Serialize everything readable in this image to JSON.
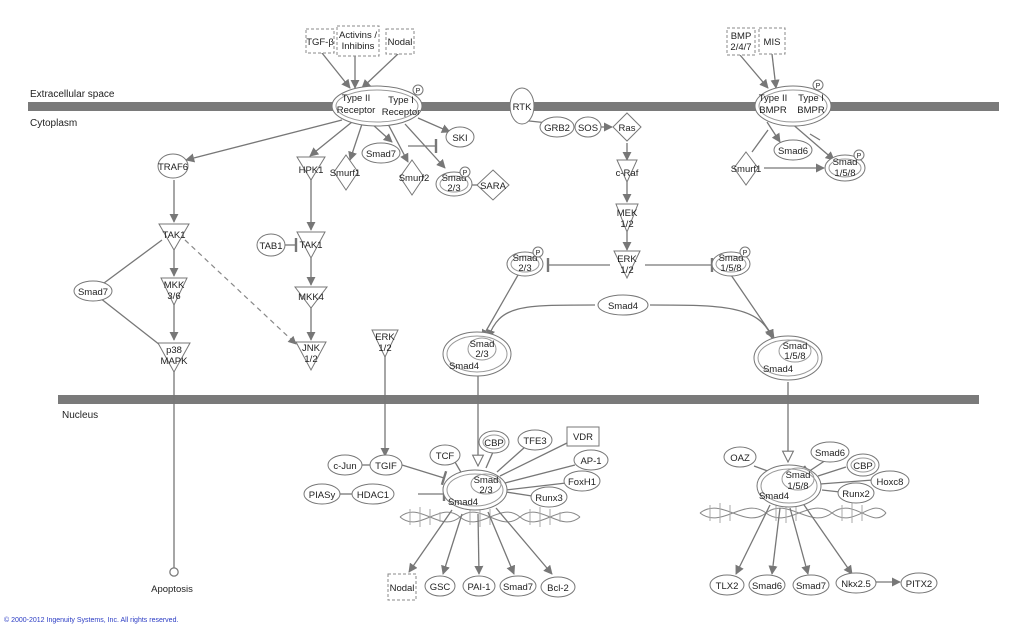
{
  "regions": {
    "extracellular": "Extracellular space",
    "cytoplasm": "Cytoplasm",
    "nucleus": "Nucleus"
  },
  "nodes": {
    "tgfb": [
      "TGF-β"
    ],
    "activins": [
      "Activins /",
      "Inhibins"
    ],
    "nodal_top": [
      "Nodal"
    ],
    "bmp": [
      "BMP",
      "2/4/7"
    ],
    "mis": [
      "MIS"
    ],
    "receptor_left": [
      "Type II",
      "Receptor"
    ],
    "receptor_right": [
      "Type I",
      "Receptor"
    ],
    "bmpr_left": [
      "Type II",
      "BMPR"
    ],
    "bmpr_right": [
      "Type I",
      "BMPR"
    ],
    "rtk": [
      "RTK"
    ],
    "grb2": [
      "GRB2"
    ],
    "sos": [
      "SOS"
    ],
    "ras": [
      "Ras"
    ],
    "craf": [
      "c-Raf"
    ],
    "mek": [
      "MEK",
      "1/2"
    ],
    "erk_center": [
      "ERK",
      "1/2"
    ],
    "ski": [
      "SKI"
    ],
    "traf6": [
      "TRAF6"
    ],
    "hpk1": [
      "HPK1"
    ],
    "smurf1_left": [
      "Smurf1"
    ],
    "smad7_top": [
      "Smad7"
    ],
    "smurf2": [
      "Smurf2"
    ],
    "smad23_top": [
      "Smad",
      "2/3"
    ],
    "sara": [
      "SARA"
    ],
    "smad6_top": [
      "Smad6"
    ],
    "smurf1_right": [
      "Smurf1"
    ],
    "smad158_top": [
      "Smad",
      "1/5/8"
    ],
    "tak1_left": [
      "TAK1"
    ],
    "tab1": [
      "TAB1"
    ],
    "tak1_mid": [
      "TAK1"
    ],
    "mkk36": [
      "MKK",
      "3/6"
    ],
    "smad7_left": [
      "Smad7"
    ],
    "mkk4": [
      "MKK4"
    ],
    "p38": [
      "p38",
      "MAPK"
    ],
    "jnk": [
      "JNK",
      "1/2"
    ],
    "erk_left": [
      "ERK",
      "1/2"
    ],
    "smad23_mid": [
      "Smad",
      "2/3"
    ],
    "smad158_mid": [
      "Smad",
      "1/5/8"
    ],
    "smad4_mid": [
      "Smad4"
    ],
    "complex_left": [
      "Smad",
      "2/3",
      "Smad4"
    ],
    "complex_right": [
      "Smad",
      "1/5/8",
      "Smad4"
    ],
    "cjun": [
      "c-Jun"
    ],
    "tgif": [
      "TGIF"
    ],
    "tcf": [
      "TCF"
    ],
    "cbp_left": [
      "CBP"
    ],
    "tfe3": [
      "TFE3"
    ],
    "vdr": [
      "VDR"
    ],
    "ap1": [
      "AP-1"
    ],
    "foxh1": [
      "FoxH1"
    ],
    "runx3": [
      "Runx3"
    ],
    "piasy": [
      "PIASy"
    ],
    "hdac1": [
      "HDAC1"
    ],
    "nuc_left": [
      "Smad",
      "2/3",
      "Smad4"
    ],
    "oaz": [
      "OAZ"
    ],
    "smad6_nuc": [
      "Smad6"
    ],
    "cbp_right": [
      "CBP"
    ],
    "hoxc8": [
      "Hoxc8"
    ],
    "runx2": [
      "Runx2"
    ],
    "nuc_right": [
      "Smad",
      "1/5/8",
      "Smad4"
    ],
    "apoptosis": [
      "Apoptosis"
    ],
    "nodal_bottom": [
      "Nodal"
    ],
    "gsc": [
      "GSC"
    ],
    "pai1": [
      "PAI-1"
    ],
    "smad7_bottom": [
      "Smad7"
    ],
    "bcl2": [
      "Bcl-2"
    ],
    "tlx2": [
      "TLX2"
    ],
    "smad6_bottom": [
      "Smad6"
    ],
    "smad7_br": [
      "Smad7"
    ],
    "nkx25": [
      "Nkx2.5"
    ],
    "pitx2": [
      "PITX2"
    ]
  },
  "phospho_mark": "P",
  "copyright": "© 2000-2012 Ingenuity Systems, Inc. All rights reserved."
}
